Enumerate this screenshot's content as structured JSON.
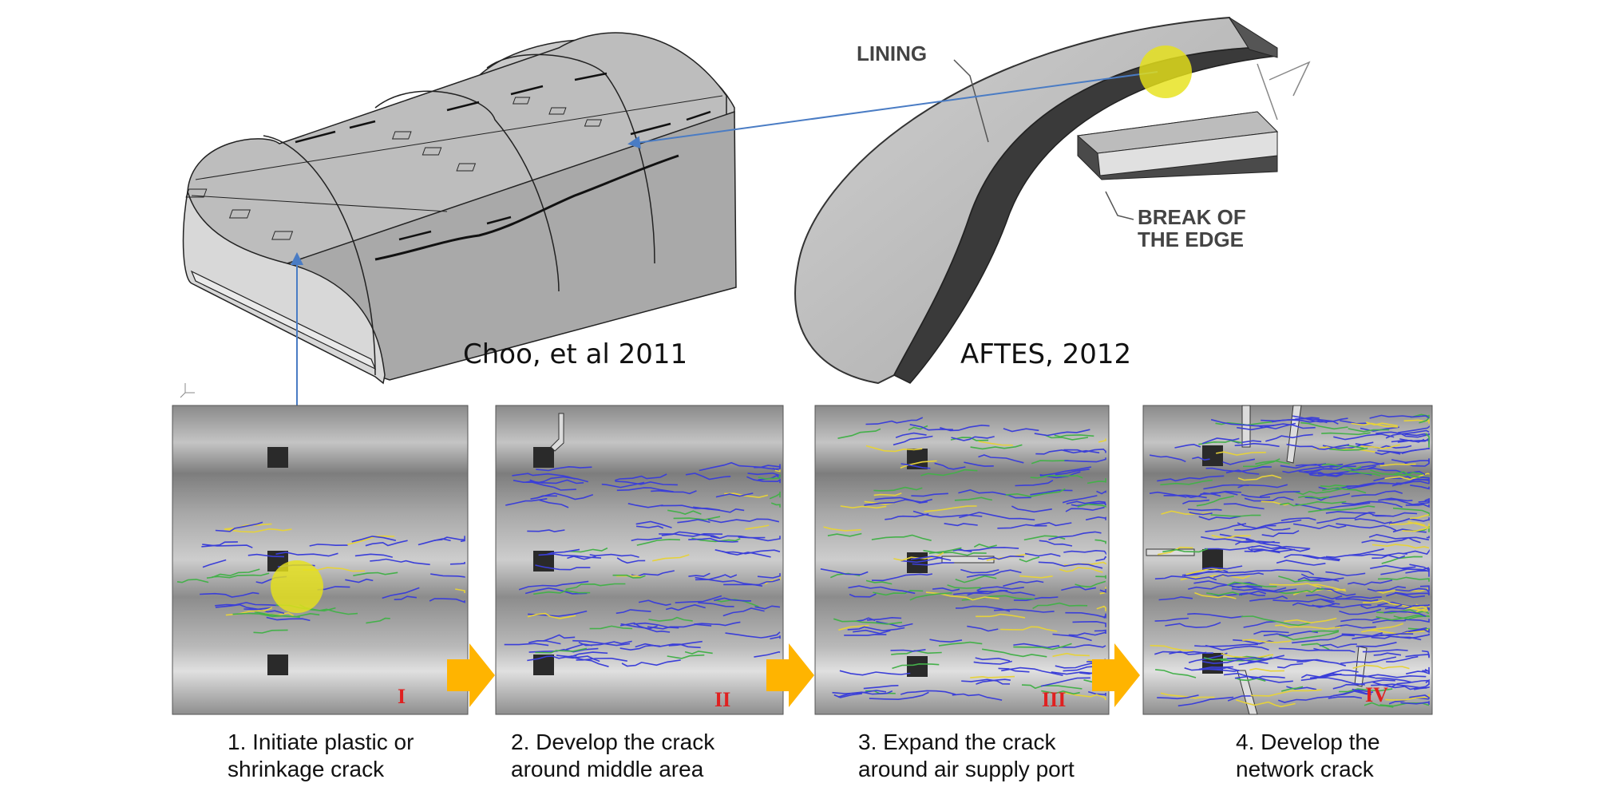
{
  "citations": {
    "left": "Choo, et al 2011",
    "right": "AFTES, 2012"
  },
  "aftes_labels": {
    "lining": "LINING",
    "break_line1": "BREAK OF",
    "break_line2": "THE EDGE"
  },
  "stages": [
    {
      "numeral": "I",
      "caption_line1": "1. Initiate plastic  or",
      "caption_line2": "shrinkage crack"
    },
    {
      "numeral": "II",
      "caption_line1": "2. Develop the crack",
      "caption_line2": "around middle area"
    },
    {
      "numeral": "III",
      "caption_line1": "3. Expand the crack",
      "caption_line2": "around air supply port"
    },
    {
      "numeral": "IV",
      "caption_line1": "4. Develop the",
      "caption_line2": "network crack"
    }
  ],
  "colors": {
    "arrow_fill": "#ffb400",
    "highlight": "#e6e21a",
    "connector": "#4a7cc4",
    "crack_blue": "#3b3fd8",
    "crack_green": "#44b04a",
    "crack_yellow": "#e6d23a",
    "numeral_red": "#e02020"
  }
}
